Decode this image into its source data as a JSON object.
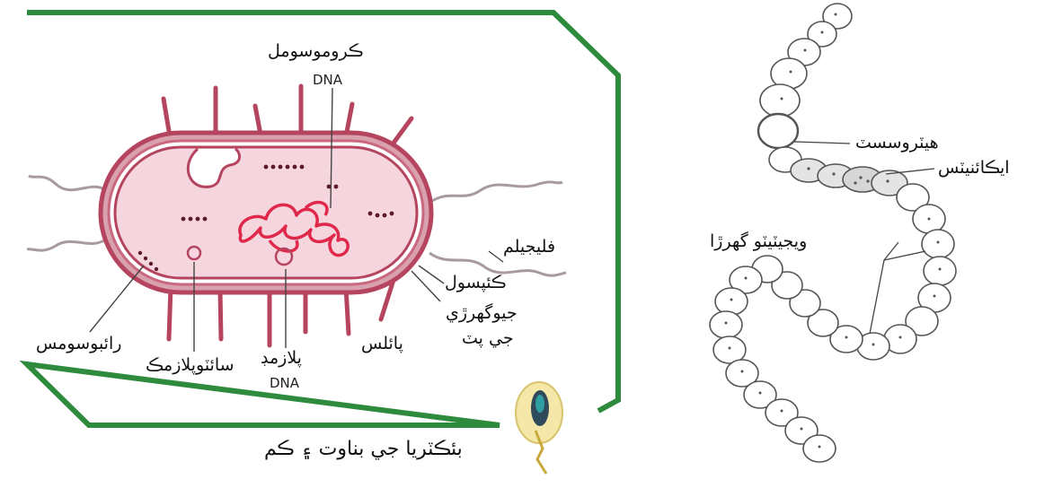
{
  "bacterium": {
    "labels": {
      "chromosome": "ڪروموسومل",
      "chromosome_dna": "DNA",
      "flagellum": "فليجيلم",
      "capsule": "ڪئپسول",
      "cell_wall_line1": "جيوگهرڙي",
      "cell_wall_line2": "جي پٽ",
      "pilus": "پائلس",
      "plasmid": "پلازمڊ",
      "plasmid_dna": "DNA",
      "cytoplasm": "سائٽوپلازمڪ",
      "ribosomes": "رائبوسومس"
    },
    "caption": "بئڪٽريا جي بناوت ۽ ڪم",
    "colors": {
      "frame": "#2e8b3d",
      "membrane": "#b5455e",
      "cytoplasm": "#f6d6de",
      "dna": "#e0284b",
      "appendage": "#b5455e",
      "flagellum": "#a99aa2"
    }
  },
  "cyanobacterium": {
    "labels": {
      "heterocyst": "هيٽروسسٽ",
      "akinetes": "ايڪائنيٽس",
      "vegetative_cell": "ويجيٽيٽو گهرڙا"
    },
    "colors": {
      "outline": "#555555"
    }
  }
}
